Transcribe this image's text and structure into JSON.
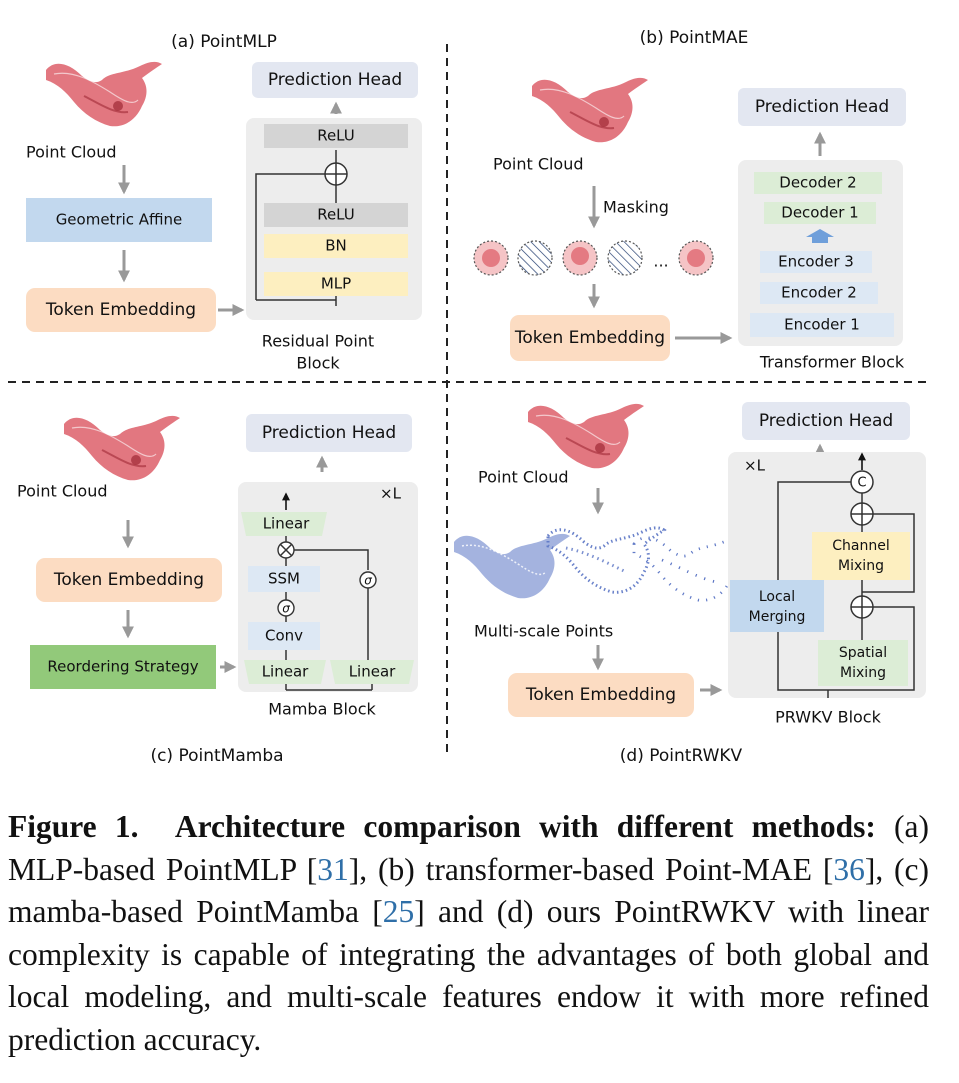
{
  "panels": {
    "a": {
      "title": "(a) PointMLP",
      "point_cloud": "Point Cloud",
      "geometric_affine": "Geometric Affine",
      "token_embedding": "Token Embedding",
      "prediction_head": "Prediction Head",
      "block_layers": [
        "ReLU",
        "ReLU",
        "BN",
        "MLP"
      ],
      "block_caption_l1": "Residual Point",
      "block_caption_l2": "Block"
    },
    "b": {
      "title": "(b) PointMAE",
      "point_cloud": "Point Cloud",
      "masking": "Masking",
      "ellipsis": "...",
      "token_embedding": "Token Embedding",
      "prediction_head": "Prediction Head",
      "block_layers": [
        "Decoder 2",
        "Decoder 1",
        "Encoder 3",
        "Encoder 2",
        "Encoder 1"
      ],
      "block_caption": "Transformer Block"
    },
    "c": {
      "title": "(c) PointMamba",
      "point_cloud": "Point Cloud",
      "token_embedding": "Token Embedding",
      "reordering": "Reordering Strategy",
      "prediction_head": "Prediction Head",
      "repeat": "×L",
      "linear_top": "Linear",
      "ssm": "SSM",
      "conv": "Conv",
      "linear_left": "Linear",
      "linear_right": "Linear",
      "sigma": "σ",
      "block_caption": "Mamba Block"
    },
    "d": {
      "title": "(d) PointRWKV",
      "point_cloud": "Point Cloud",
      "multiscale": "Multi-scale Points",
      "token_embedding": "Token Embedding",
      "prediction_head": "Prediction Head",
      "repeat": "×L",
      "concat": "C",
      "channel_mixing_l1": "Channel",
      "channel_mixing_l2": "Mixing",
      "local_merging_l1": "Local",
      "local_merging_l2": "Merging",
      "spatial_mixing_l1": "Spatial",
      "spatial_mixing_l2": "Mixing",
      "block_caption": "PRWKV Block"
    }
  },
  "caption": {
    "label": "Figure 1.",
    "title": "Architecture comparison with different methods:",
    "p1": "(a) MLP-based PointMLP [",
    "ref1": "31",
    "p2": "], (b) transformer-based Point-MAE [",
    "ref2": "36",
    "p3": "], (c) mamba-based PointMamba [",
    "ref3": "25",
    "p4": "] and (d) ours PointRWKV with linear complexity is capable of integrating the advantages of both global and local modeling, and multi-scale features endow it with more refined prediction accuracy."
  },
  "colors": {
    "prediction_head": "#e3e7f1",
    "token_embedding": "#fcdcc2",
    "geometric_affine": "#c2d8ee",
    "reordering": "#92c97a",
    "relu": "#d4d4d4",
    "bn_mlp": "#fdefc0",
    "decoder": "#dcedd6",
    "encoder": "#dde8f4",
    "ssm_conv": "#dde8f4",
    "linear": "#dcedd6",
    "local_merging": "#c2d8ee",
    "block_bg": "#ededed",
    "point_red": "#d84a55",
    "point_blue": "#5a74c4"
  }
}
